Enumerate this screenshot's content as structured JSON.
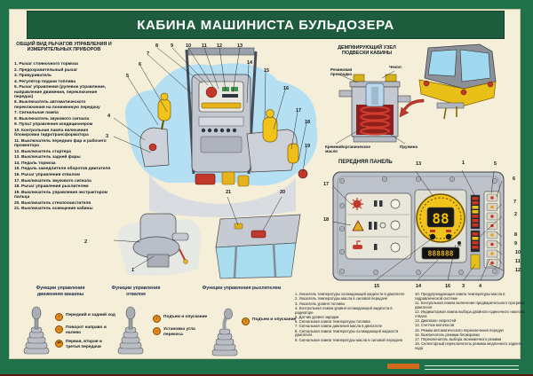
{
  "page": {
    "title": "КАБИНА МАШИНИСТА БУЛЬДОЗЕРА"
  },
  "left_panel": {
    "heading": "ОБЩИЙ ВИД РЫЧАГОВ УПРАВЛЕНИЯ И ИЗМЕРИТЕЛЬНЫХ ПРИБОРОВ",
    "items": [
      "Рычаг стояночного тормоза",
      "Предохранительный рычаг",
      "Прикуриватель",
      "Регулятор подачи топлива",
      "Рычаг управления (рулевое управление, направление движения, переключение передач)",
      "Выключатель автоматического переключения на пониженную передачу",
      "Сигнальная лампа",
      "Выключатель звукового сигнала",
      "Пульт управления кондиционером",
      "Контрольная лампа включения блокировки гидротрансформатора",
      "Выключатель передних фар и рабочего прожектора",
      "Выключатель стартера",
      "Выключатель задней фары",
      "Педаль тормоза",
      "Педаль замедлителя оборотов двигателя",
      "Рычаг управления отвалом",
      "Выключатель звукового сигнала",
      "Рычаг управления рыхлителем",
      "Выключатель управления экстрактором пальца",
      "Выключатель стеклоочистителя",
      "Выключатель освещения кабины"
    ]
  },
  "damper": {
    "heading": "ДЕМПФИРУЮЩИЙ УЗЕЛ ПОДВЕСКИ КАБИНЫ",
    "labels": {
      "gasket": "Резиновая прокладка",
      "cover": "Чехол",
      "oil": "Кремнийорганическое масло",
      "spring": "Пружина"
    }
  },
  "front_panel": {
    "heading": "ПЕРЕДНЯЯ ПАНЕЛЬ",
    "gear_display": "88",
    "hour_meter": "888888",
    "items_col1": [
      "Указатель температуры охлаждающей жидкости в двигателе",
      "Указатель температуры масла в силовой передаче",
      "Указатель уровня топлива",
      "Контрольная лампа уровня охлаждающей жидкости в радиаторе",
      "Датчик уровня зарядки",
      "Сигнальная лампа температуры топлива",
      "Сигнальная лампа давления масла в двигателе",
      "Сигнальная лампа температуры охлаждающей жидкости двигателя",
      "Сигнальная лампа температуры масла в силовой передаче"
    ],
    "items_col2": [
      "Предупреждающая лампа температуры масла в гидравлической системе",
      "Контрольная лампа включения предварительного прогрева двигателя",
      "Индикаторная лампа выбора двойного-одиночного наклона отвала",
      "Диапазон скоростей",
      "Счетчик моточасов",
      "Режим автоматического переключения передач",
      "Выключатель режима блокировки",
      "Переключатель выбора экономичного режима",
      "Селекторный переключатель режима медленного заднего хода"
    ]
  },
  "functions": {
    "machine": {
      "heading": "Функции управления движением машины",
      "legend": [
        {
          "icon": "↕",
          "text": "Передний и задний ход"
        },
        {
          "icon": "↔",
          "text": "Поворот направо и налево"
        },
        {
          "icon": "⇄",
          "text": "Первая, вторая и третья передачи"
        }
      ]
    },
    "blade": {
      "heading": "Функции управления отвалом",
      "legend": [
        {
          "icon": "↕",
          "text": "Подъем и опускание"
        },
        {
          "icon": "↔",
          "text": "Установка угла перекоса"
        }
      ]
    },
    "ripper": {
      "heading": "Функции управления рыхлителем",
      "legend": [
        {
          "icon": "↕",
          "text": "Подъем и опускание"
        }
      ]
    }
  },
  "cabin_callouts": [
    "1",
    "2",
    "3",
    "4",
    "5",
    "6",
    "7",
    "8",
    "9",
    "10",
    "11",
    "12",
    "13",
    "14",
    "15",
    "16",
    "17",
    "18",
    "19",
    "20",
    "21"
  ],
  "panel_callouts": [
    "13",
    "1",
    "5",
    "6",
    "7",
    "2",
    "8",
    "9",
    "10",
    "11",
    "12",
    "17",
    "18",
    "15",
    "14",
    "16",
    "3",
    "4"
  ],
  "colors": {
    "frame_green": "#1e7148",
    "header_green": "#1e5c3e",
    "paper": "#f5efd9",
    "accent_yellow": "#f1c41c",
    "accent_red": "#c0392b",
    "callout_orange": "#e78a1c"
  }
}
